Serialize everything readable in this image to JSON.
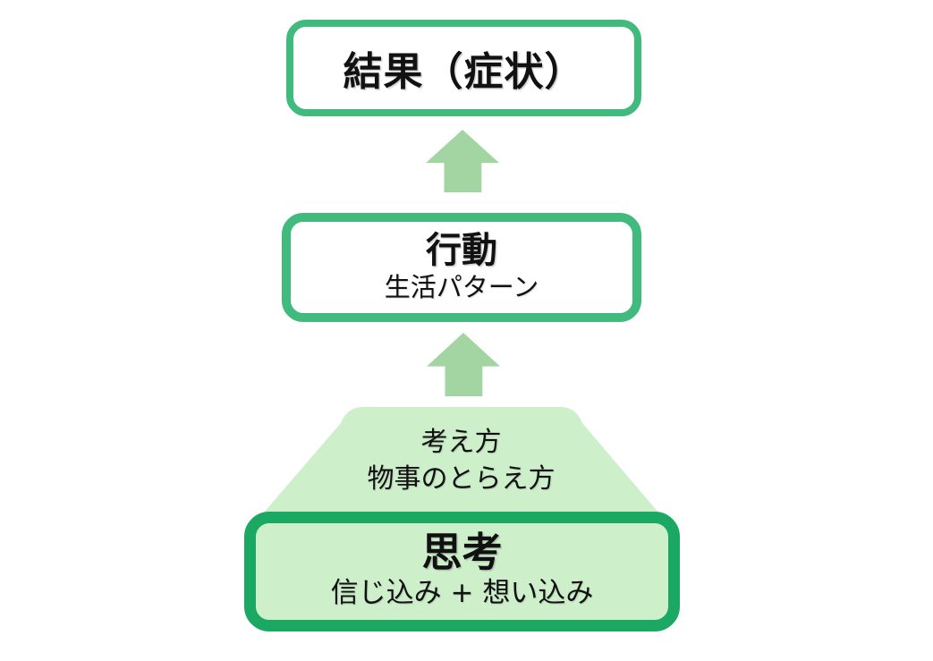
{
  "diagram": {
    "result_box": {
      "label": "結果（症状）"
    },
    "behavior_box": {
      "title": "行動",
      "subtitle": "生活パターン"
    },
    "mindset_trapezoid": {
      "line1": "考え方",
      "line2": "物事のとらえ方"
    },
    "thought_box": {
      "title": "思考",
      "subtitle": "信じ込み + 想い込み"
    },
    "icons": {
      "arrow_between_behavior_and_result": "up-arrow",
      "arrow_between_thought_and_behavior": "up-arrow"
    }
  },
  "colors": {
    "box-border": "#41BA7D",
    "thought-border": "#1BA863",
    "arrow-fill": "#A2D5A1",
    "light-fill": "#CDF0CB",
    "text": "#111111",
    "background": "#FFFFFF"
  }
}
